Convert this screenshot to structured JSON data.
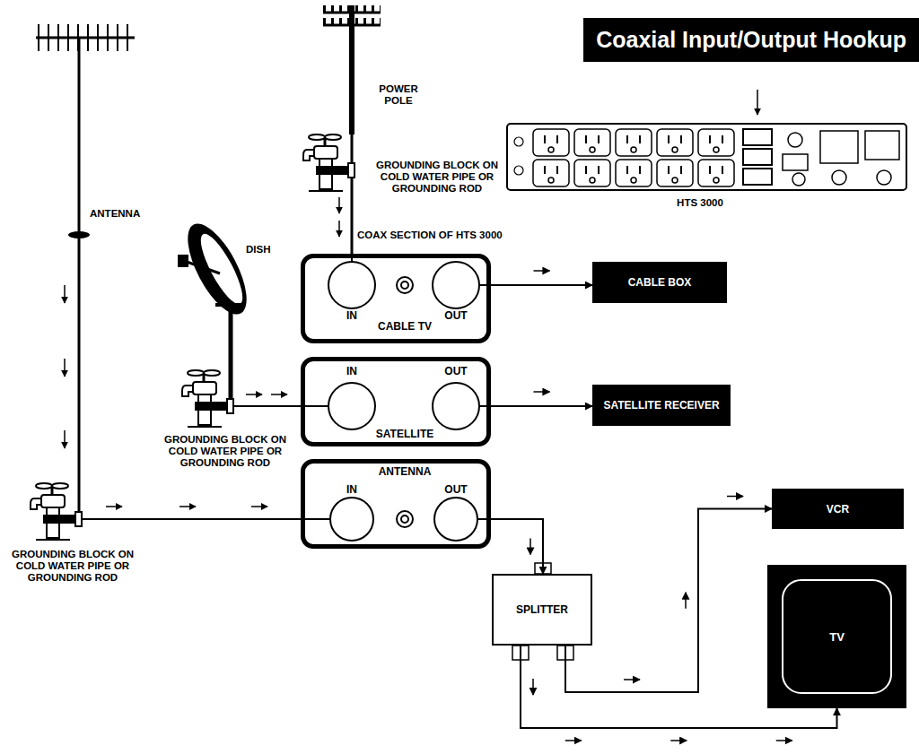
{
  "diagram": {
    "title": "Coaxial Input/Output Hookup",
    "nodes": [
      {
        "text": [
          "IN",
          "CABLE TV",
          "OUT"
        ]
      },
      {
        "text": [
          "CABLE BOX"
        ]
      },
      {
        "text": [
          "IN",
          "OUT",
          "SATELLITE"
        ]
      },
      {
        "text": [
          "SATELLITE RECEIVER"
        ]
      },
      {
        "text": [
          "ANTENNA",
          "IN",
          "OUT"
        ]
      },
      {
        "text": [
          "VCR"
        ]
      },
      {
        "text": [
          "TV"
        ]
      },
      {
        "text": [
          "SPLITTER"
        ]
      }
    ],
    "edges": [
      {
        "from": 0,
        "to": 1,
        "arrow": "to"
      },
      {
        "from": 2,
        "to": 3,
        "arrow": "to"
      },
      {
        "from": 4,
        "to": 7,
        "arrow": "to"
      },
      {
        "from": 7,
        "to": 5,
        "arrow": "to"
      },
      {
        "from": 7,
        "to": 6,
        "arrow": "to"
      }
    ],
    "labels": [
      "POWER POLE",
      "GROUNDING BLOCK ON COLD WATER PIPE OR GROUNDING ROD",
      "HTS 3000",
      "ANTENNA",
      "COAX SECTION OF HTS 3000",
      "DISH",
      "GROUNDING BLOCK ON COLD WATER PIPE OR GROUNDING ROD",
      "GROUNDING BLOCK ON COLD WATER PIPE OR GROUNDING ROD"
    ]
  }
}
